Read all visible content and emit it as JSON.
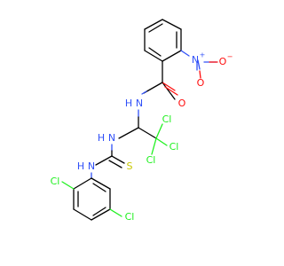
{
  "molecule": {
    "atoms": {
      "o_neg": "O",
      "o_neg_charge": "−",
      "n_nitro": "N",
      "n_nitro_charge": "+",
      "o_nitro": "O",
      "o_amide": "O",
      "n_amide": "N",
      "h_amide": "H",
      "n_thio_upper": "N",
      "h_thio_upper": "H",
      "cl_1": "Cl",
      "cl_2": "Cl",
      "cl_3": "Cl",
      "s_thio": "S",
      "n_thio_lower": "N",
      "h_thio_lower": "H",
      "cl_ring_ortho": "Cl",
      "cl_ring_meta": "Cl"
    }
  },
  "colors": {
    "carbon": "#000000",
    "nitrogen": "#3050F8",
    "oxygen": "#FF0D0D",
    "chlorine": "#1FF01F",
    "sulfur": "#C8C800"
  }
}
